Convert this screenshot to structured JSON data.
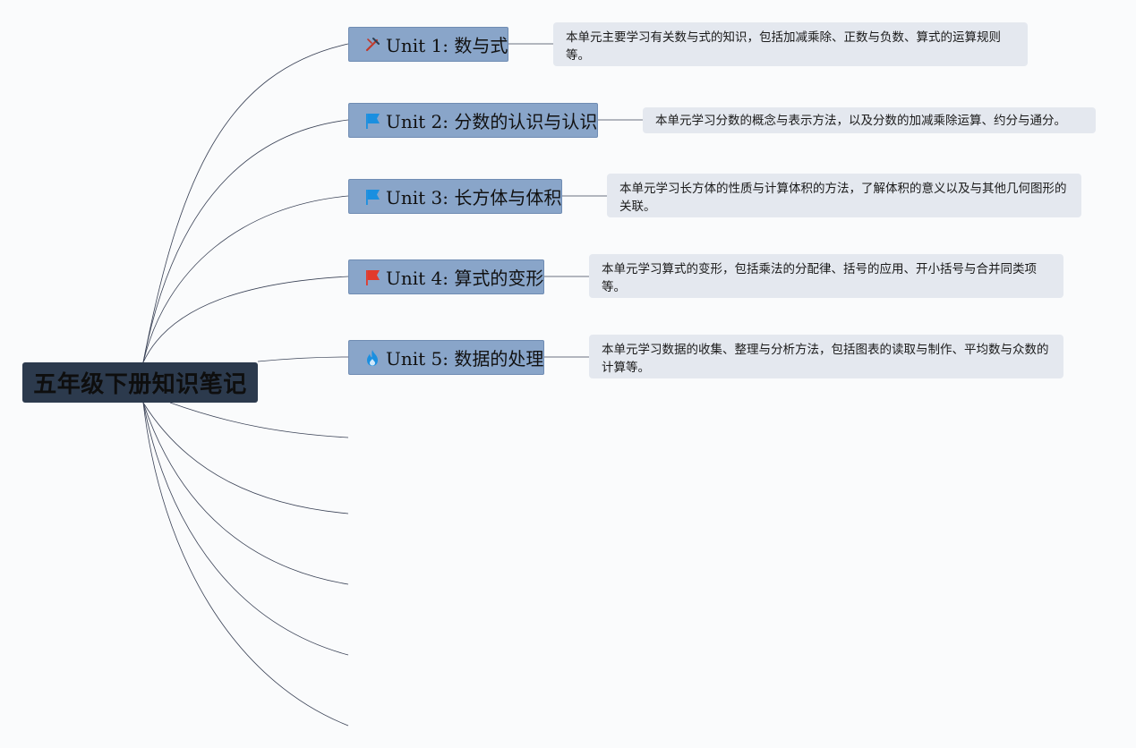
{
  "root": {
    "label": "五年级下册知识笔记"
  },
  "units": [
    {
      "label": "Unit 1: 数与式",
      "icon": "tools-icon",
      "note": "本单元主要学习有关数与式的知识，包括加减乘除、正数与负数、算式的运算规则等。"
    },
    {
      "label": "Unit 2: 分数的认识与认识",
      "icon": "blue-flag-icon",
      "note": "本单元学习分数的概念与表示方法，以及分数的加减乘除运算、约分与通分。"
    },
    {
      "label": "Unit 3: 长方体与体积",
      "icon": "blue-flag-icon",
      "note": "本单元学习长方体的性质与计算体积的方法，了解体积的意义以及与其他几何图形的关联。"
    },
    {
      "label": "Unit 4: 算式的变形",
      "icon": "red-flag-icon",
      "note": "本单元学习算式的变形，包括乘法的分配律、括号的应用、开小括号与合并同类项等。"
    },
    {
      "label": "Unit 5: 数据的处理",
      "icon": "fire-icon",
      "note": "本单元学习数据的收集、整理与分析方法，包括图表的读取与制作、平均数与众数的计算等。"
    }
  ],
  "colors": {
    "root_bg": "#2c3a4d",
    "unit_bg": "#89a5c9",
    "note_bg": "#e4e8ef",
    "connector": "#3a4256",
    "flag_blue": "#1a8fe0",
    "flag_red": "#e23a2b"
  }
}
